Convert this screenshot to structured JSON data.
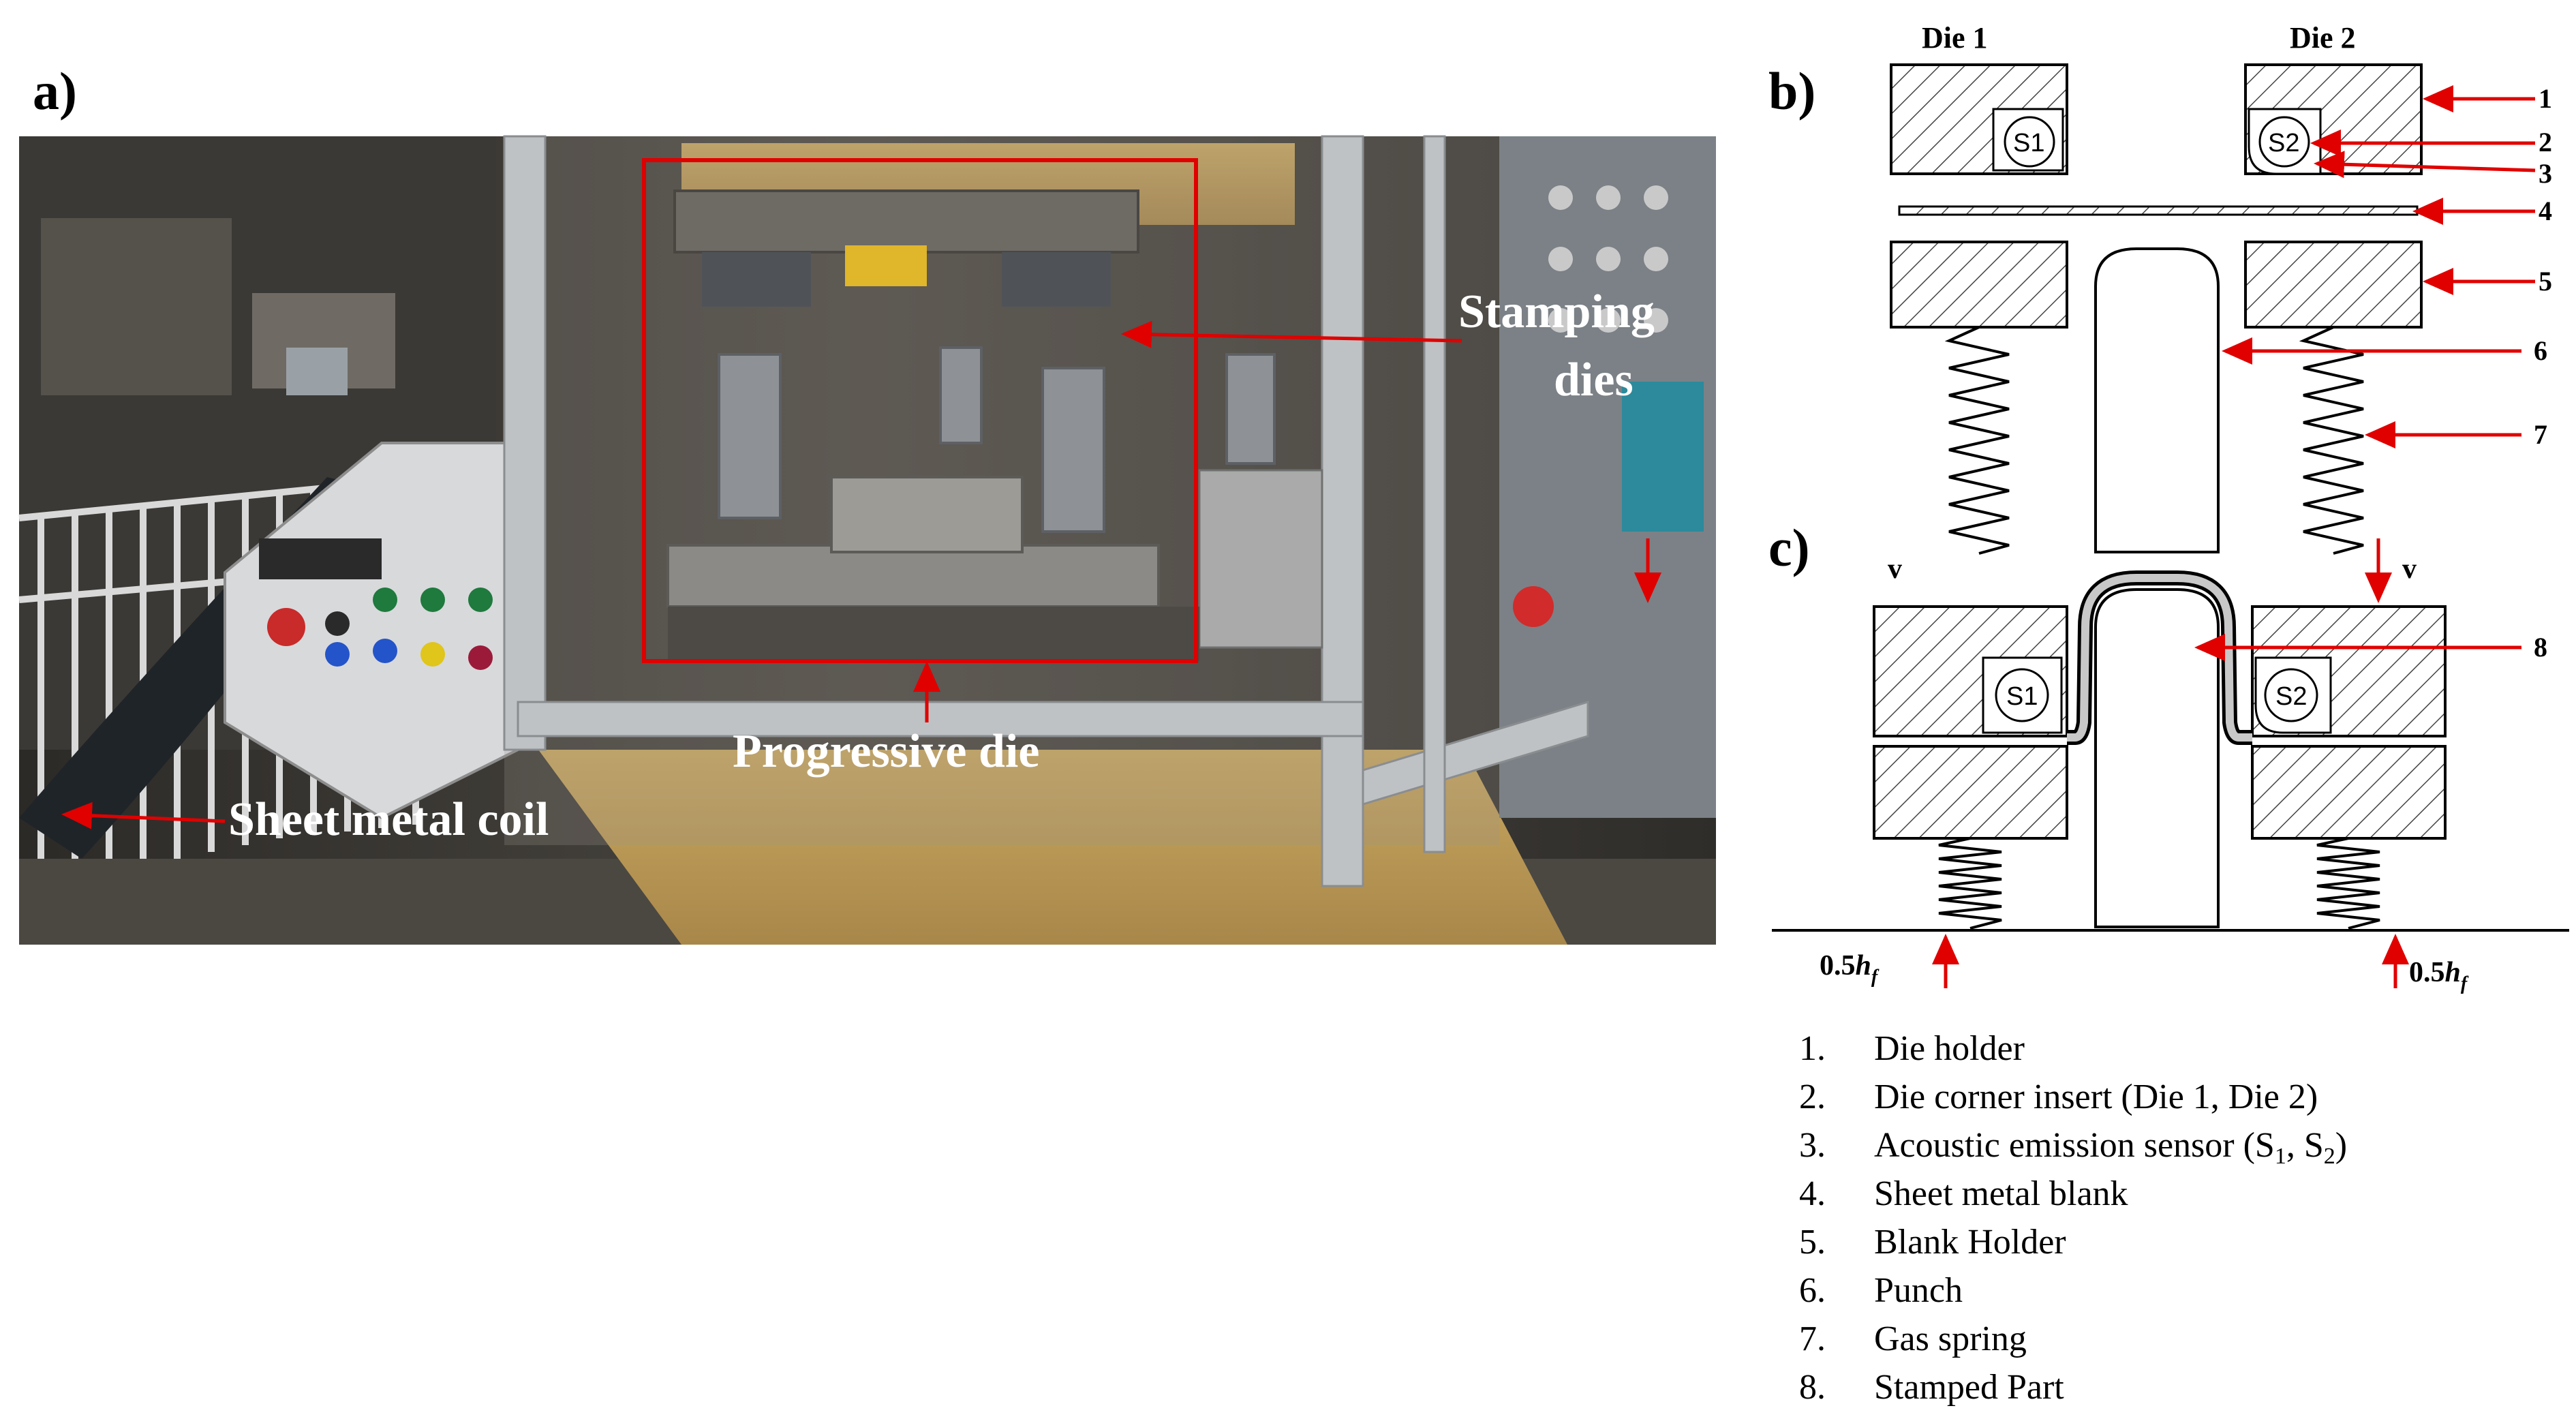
{
  "panels": {
    "a": "a)",
    "b": "b)",
    "c": "c)"
  },
  "photo": {
    "labels": {
      "stamping_line1": "Stamping",
      "stamping_line2": "dies",
      "progressive": "Progressive die",
      "coil": "Sheet metal coil"
    }
  },
  "diagram": {
    "die1": "Die 1",
    "die2": "Die 2",
    "sensor1": "S1",
    "sensor2": "S2",
    "callouts": [
      "1",
      "2",
      "3",
      "4",
      "5",
      "6",
      "7",
      "8"
    ],
    "velocity": "v",
    "force_coeff": "0.5",
    "force_symbol": "h",
    "force_sub": "f"
  },
  "legend": [
    {
      "num": "1.",
      "text": "Die holder"
    },
    {
      "num": "2.",
      "text": "Die corner insert (Die 1, Die 2)"
    },
    {
      "num": "3.",
      "text": "Acoustic emission sensor (S",
      "s1": "1",
      "mid": ", S",
      "s2": "2",
      "end": ")"
    },
    {
      "num": "4.",
      "text": "Sheet metal blank"
    },
    {
      "num": "5.",
      "text": "Blank Holder"
    },
    {
      "num": "6.",
      "text": "Punch"
    },
    {
      "num": "7.",
      "text": "Gas spring"
    },
    {
      "num": "8.",
      "text": "Stamped Part"
    }
  ],
  "colors": {
    "arrow": "#e00000",
    "highlight_box": "#e00000",
    "photo_label": "#ffffff"
  }
}
